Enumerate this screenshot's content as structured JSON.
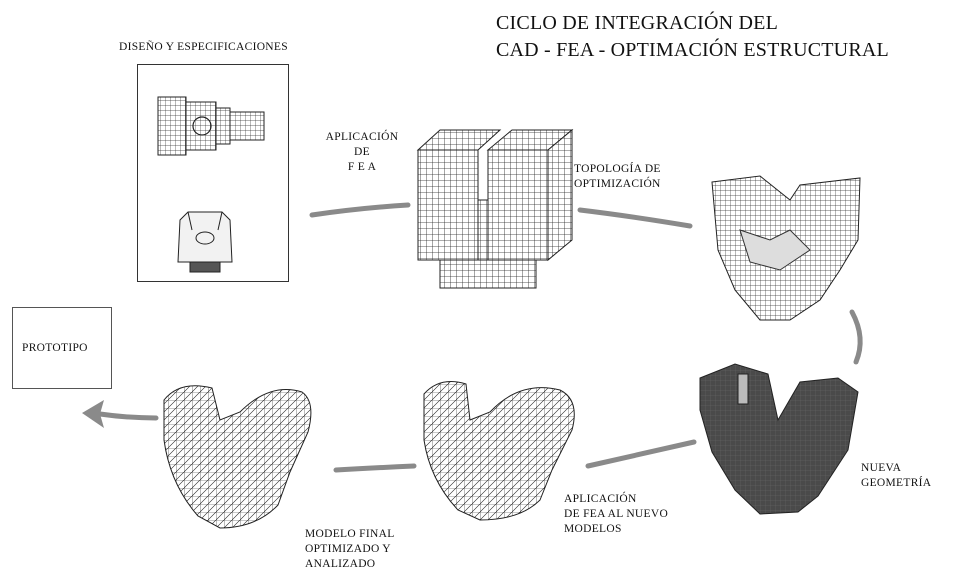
{
  "title": {
    "line1": "CICLO DE INTEGRACIÓN DEL",
    "line2": "CAD - FEA - OPTIMACIÓN ESTRUCTURAL"
  },
  "labels": {
    "design": "DISEÑO Y ESPECIFICACIONES",
    "fea_apply": [
      "APLICACIÓN",
      "DE",
      "F E A"
    ],
    "topology": [
      "TOPOLOGÍA DE",
      "OPTIMIZACIÓN"
    ],
    "new_geometry": [
      "NUEVA",
      "GEOMETRÍA"
    ],
    "fea_new": [
      "APLICACIÓN",
      "DE FEA  AL NUEVO",
      "MODELOS"
    ],
    "final_model": [
      "MODELO FINAL",
      "OPTIMIZADO Y",
      "ANALIZADO"
    ],
    "prototype": "PROTOTIPO"
  },
  "colors": {
    "mesh_line": "#222222",
    "arrow_fill": "#8a8a8a",
    "solid_part": "#4a4a4a"
  }
}
